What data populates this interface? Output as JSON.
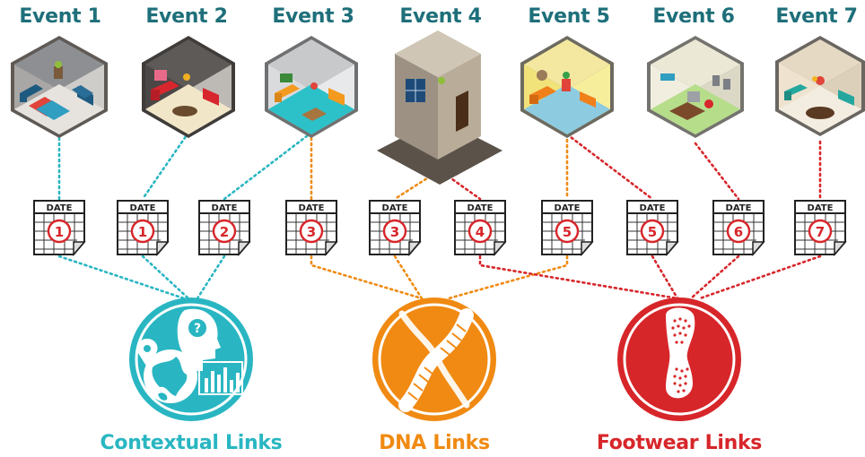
{
  "events": [
    {
      "label": "Event 1"
    },
    {
      "label": "Event 2"
    },
    {
      "label": "Event 3"
    },
    {
      "label": "Event 4"
    },
    {
      "label": "Event 5"
    },
    {
      "label": "Event 6"
    },
    {
      "label": "Event 7"
    }
  ],
  "calendars": [
    {
      "word": "DATE",
      "number": "1"
    },
    {
      "word": "DATE",
      "number": "1"
    },
    {
      "word": "DATE",
      "number": "2"
    },
    {
      "word": "DATE",
      "number": "3"
    },
    {
      "word": "DATE",
      "number": "3"
    },
    {
      "word": "DATE",
      "number": "4"
    },
    {
      "word": "DATE",
      "number": "5"
    },
    {
      "word": "DATE",
      "number": "5"
    },
    {
      "word": "DATE",
      "number": "6"
    },
    {
      "word": "DATE",
      "number": "7"
    }
  ],
  "categories": [
    {
      "label": "Contextual Links",
      "color": "#29b6c2"
    },
    {
      "label": "DNA Links",
      "color": "#f08a12"
    },
    {
      "label": "Footwear Links",
      "color": "#d7262a"
    }
  ],
  "colors": {
    "title": "#1e6f7a",
    "contextual": "#29b6c2",
    "dna": "#f08a12",
    "footwear": "#d7262a"
  }
}
